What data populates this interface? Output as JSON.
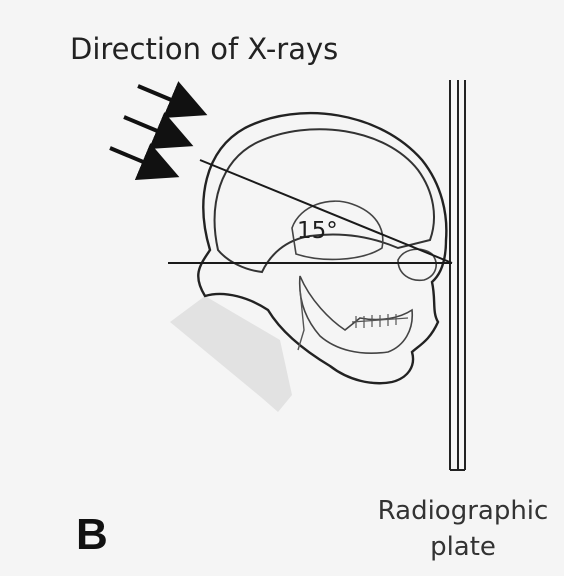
{
  "title": "Direction of X-rays",
  "angle_label": "15°",
  "panel_letter": "B",
  "plate_label": {
    "line1": "Radiographic",
    "line2": "plate"
  },
  "colors": {
    "background": "#f5f5f5",
    "line": "#222222",
    "shaded_region": "#e2e2e2"
  },
  "icons": [
    "arrow-right-down-icon"
  ]
}
